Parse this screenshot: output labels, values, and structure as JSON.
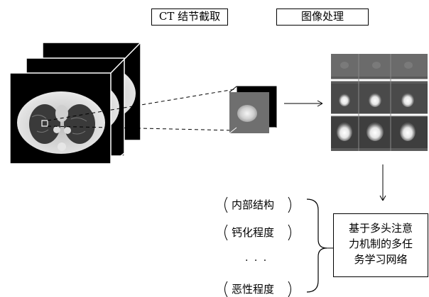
{
  "labels": {
    "nodule_extraction": "CT 结节截取",
    "image_processing": "图像处理"
  },
  "attributes": [
    {
      "text": "内部结构"
    },
    {
      "text": "钙化程度"
    },
    {
      "text": "恶性程度"
    }
  ],
  "ellipsis": "· · ·",
  "network": {
    "line1": "基于多头注意",
    "line2": "力机制的多任",
    "line3": "务学习网络"
  }
}
